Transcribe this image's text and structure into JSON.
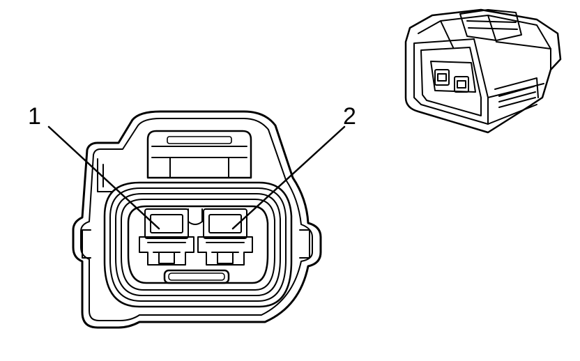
{
  "callouts": [
    {
      "id": "1",
      "label": "1"
    },
    {
      "id": "2",
      "label": "2"
    }
  ],
  "colors": {
    "line": "#000000",
    "background": "#ffffff"
  }
}
